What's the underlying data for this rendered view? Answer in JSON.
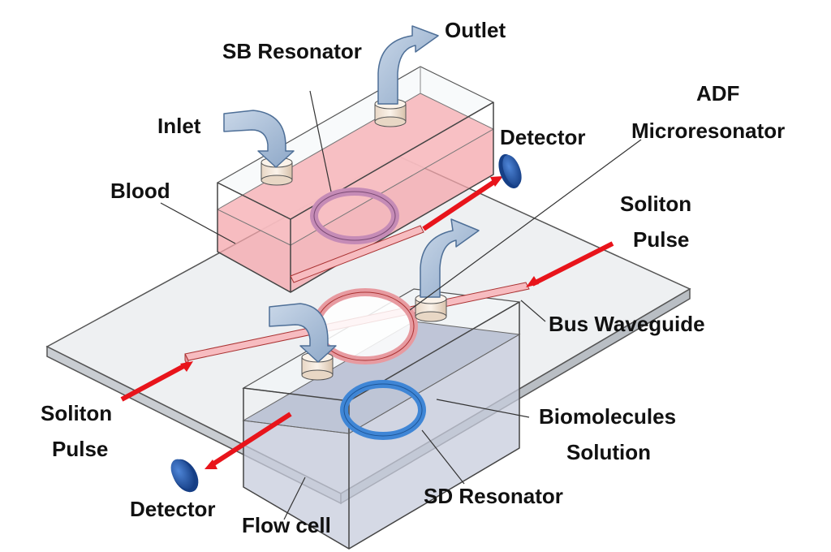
{
  "labels": {
    "outlet": "Outlet",
    "sb_resonator": "SB Resonator",
    "adf_line1": "ADF",
    "adf_line2": "Microresonator",
    "inlet": "Inlet",
    "detector_top": "Detector",
    "blood": "Blood",
    "soliton_right_line1": "Soliton",
    "soliton_right_line2": "Pulse",
    "bus_waveguide": "Bus Waveguide",
    "biomolecules_line1": "Biomolecules",
    "biomolecules_line2": "Solution",
    "soliton_left_line1": "Soliton",
    "soliton_left_line2": "Pulse",
    "sd_resonator": "SD Resonator",
    "detector_bottom": "Detector",
    "flow_cell": "Flow cell"
  },
  "colors": {
    "blood_fill": "#f4a6ab",
    "solution_fill": "#c7ccdc",
    "laser_red": "#e8141b",
    "waveguide_pink": "#f7bcc0",
    "sb_ring": "#c58bb6",
    "sd_ring": "#3f86d6",
    "detector_blue": "#1d4fa1",
    "arrow_blue": "#a9bfd9",
    "substrate": "#e6e9ec"
  }
}
